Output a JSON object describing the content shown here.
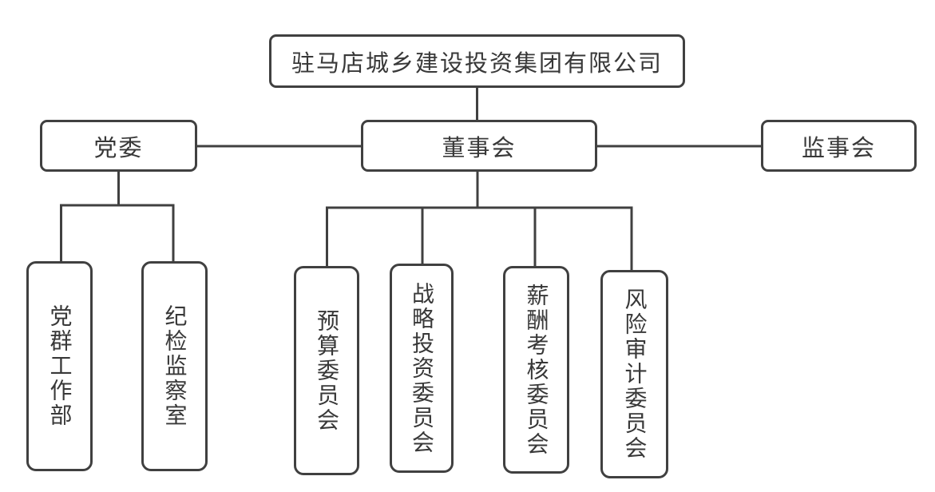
{
  "diagram": {
    "type": "org-chart",
    "colors": {
      "line": "#404040",
      "box_background": "#ffffff",
      "text": "#383838"
    },
    "root": {
      "label": "驻马店城乡建设投资集团有限公司"
    },
    "level2": [
      {
        "id": "party-committee",
        "label": "党委"
      },
      {
        "id": "board-of-directors",
        "label": "董事会"
      },
      {
        "id": "board-of-supervisors",
        "label": "监事会"
      }
    ],
    "party_children": [
      {
        "label": "党群工作部"
      },
      {
        "label": "纪检监察室"
      }
    ],
    "board_children": [
      {
        "label": "预算委员会"
      },
      {
        "label": "战略投资委员会"
      },
      {
        "label": "薪酬考核委员会"
      },
      {
        "label": "风险审计委员会"
      }
    ]
  }
}
